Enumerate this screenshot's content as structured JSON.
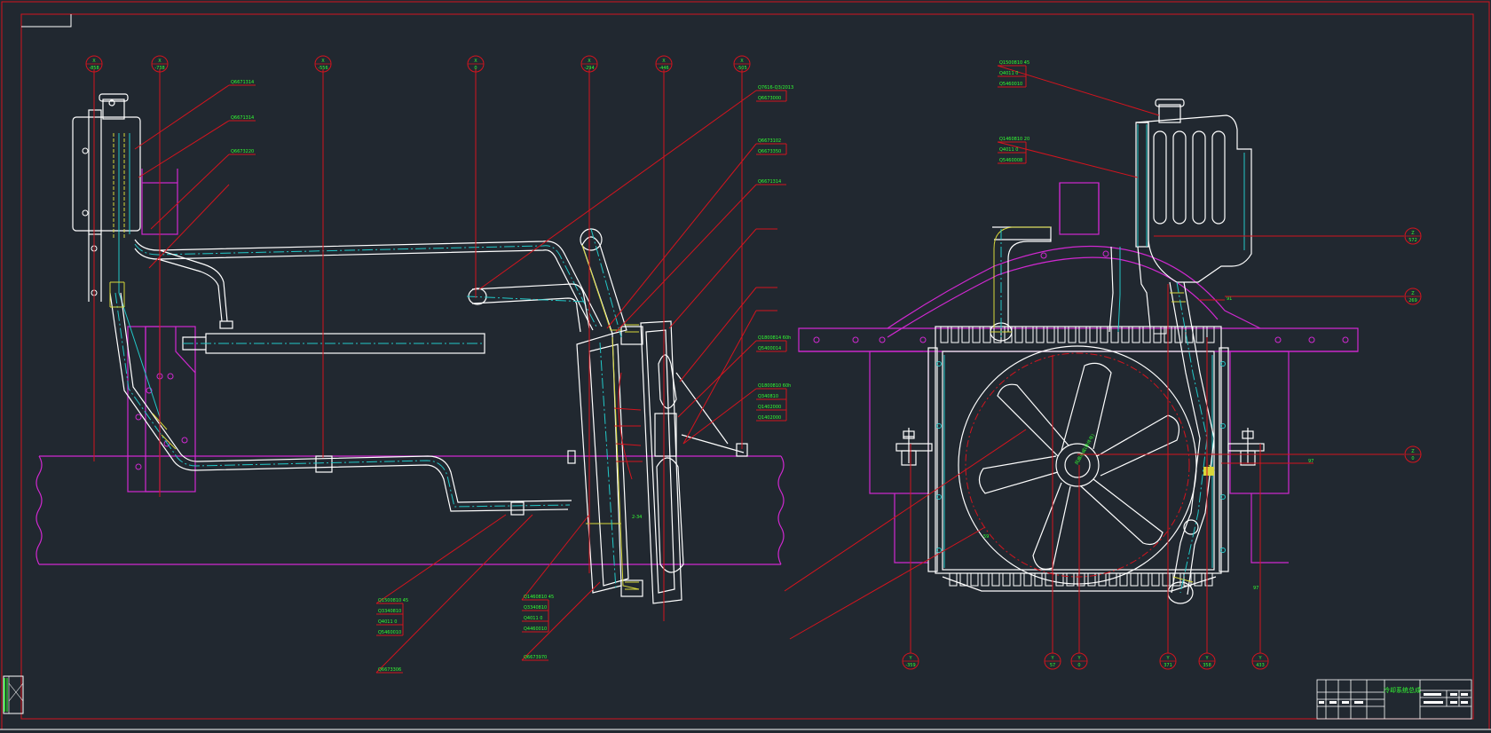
{
  "drawing": {
    "colors": {
      "background": "#212830",
      "border": "#d4141e",
      "leader": "#d4141e",
      "outline": "#ffffff",
      "frame": "#d028d0",
      "pipe_center": "#22c8c8",
      "highlight": "#d8d83a",
      "label_text": "#33ff33"
    },
    "title_block": {
      "title": "冷却系统总成"
    },
    "side_view": {
      "x_markers": [
        {
          "label": "X",
          "value": "-858"
        },
        {
          "label": "X",
          "value": "-738"
        },
        {
          "label": "X",
          "value": "-556"
        },
        {
          "label": "X",
          "value": "0"
        },
        {
          "label": "X",
          "value": "-294"
        },
        {
          "label": "X",
          "value": "-446"
        },
        {
          "label": "X",
          "value": "-505"
        }
      ],
      "callouts_left": [
        {
          "codes": [
            "Q6671314"
          ]
        },
        {
          "codes": [
            "Q6671314"
          ]
        },
        {
          "codes": [
            "Q6673220"
          ]
        }
      ],
      "callouts_right": [
        {
          "codes": [
            "Q7616-Q3/2013",
            "Q6673000"
          ]
        },
        {
          "codes": [
            "Q6673102",
            "Q6673350"
          ]
        },
        {
          "codes": [
            "Q6671314"
          ]
        },
        {
          "codes": [
            "Q1800814 60h",
            "Q5400014"
          ]
        },
        {
          "codes": [
            "Q1800810 60h",
            "Q340810",
            "Q1402000",
            "Q1402000"
          ]
        }
      ],
      "callouts_bottom": [
        {
          "codes": [
            "Q1500810 45",
            "Q3340810",
            "Q4011 0",
            "Q5460010"
          ]
        },
        {
          "codes": [
            "Q6673306"
          ]
        },
        {
          "codes": [
            "Q1460810 45",
            "Q3340810",
            "Q4011 0",
            "Q4460010"
          ]
        },
        {
          "codes": [
            "Q6673970"
          ]
        }
      ],
      "dimensions": [
        "2-34"
      ]
    },
    "front_view": {
      "y_markers": [
        {
          "label": "Y",
          "value": "-359"
        },
        {
          "label": "Y",
          "value": "57"
        },
        {
          "label": "Y",
          "value": "0"
        },
        {
          "label": "Y",
          "value": "371"
        },
        {
          "label": "Y",
          "value": "358"
        },
        {
          "label": "Y",
          "value": "433"
        }
      ],
      "z_markers": [
        {
          "label": "Z",
          "value": "572"
        },
        {
          "label": "Z",
          "value": "269"
        },
        {
          "label": "Z",
          "value": "0"
        }
      ],
      "callouts_top": [
        {
          "codes": [
            "Q1500810 45",
            "Q4011 0",
            "Q5460010"
          ]
        },
        {
          "codes": [
            "Q1460810 20",
            "Q4011 0",
            "Q5460008"
          ]
        }
      ],
      "fan_label": "风扇总成(单件号)",
      "dimensions": [
        "59",
        "91",
        "97",
        "97"
      ]
    }
  }
}
